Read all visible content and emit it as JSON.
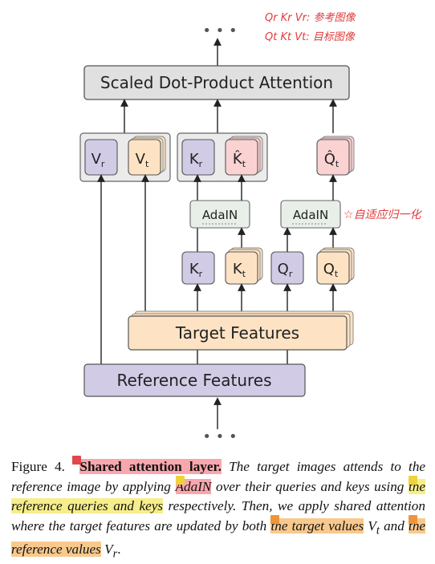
{
  "handwritten": {
    "line1": "Qr  Kr  Vr: 参考图像",
    "line2": "Qt  Kt  Vt: 目标图像",
    "adain_note": "☆自适应归一化"
  },
  "diagram": {
    "attention_label": "Scaled Dot-Product Attention",
    "target_features_label": "Target Features",
    "reference_features_label": "Reference Features",
    "adain_label": "AdaIN",
    "top_ellipsis": "• • •",
    "bottom_ellipsis": "• • •",
    "sub_r": "r",
    "sub_t": "t",
    "v_letter": "V",
    "k_letter": "K",
    "q_letter": "Q",
    "k_hat_letter": "K̂",
    "q_hat_letter": "Q̂"
  },
  "caption": {
    "figure_label": "Figure 4.",
    "title": "Shared attention layer.",
    "part1": "The target images attends to the reference image by applying",
    "adain": "AdaIN",
    "part2": "over their queries and keys using",
    "ref_qk": "the reference queries and keys",
    "part3": "respectively. Then, we apply shared attention where the target features are updated by both",
    "target_values": "the target values",
    "vt": "V",
    "vt_sub": "t",
    "and": "and",
    "reference_values": "the reference values",
    "vr": "V",
    "vr_sub": "r",
    "end": "."
  },
  "colors": {
    "purple_fill": "#d2cbe6",
    "orange_fill": "#fde3c4",
    "pink_fill": "#fad2d2",
    "gray_fill": "#e0e0e0",
    "adain_fill": "#e8efe9",
    "red_ink": "#e23a3a"
  }
}
